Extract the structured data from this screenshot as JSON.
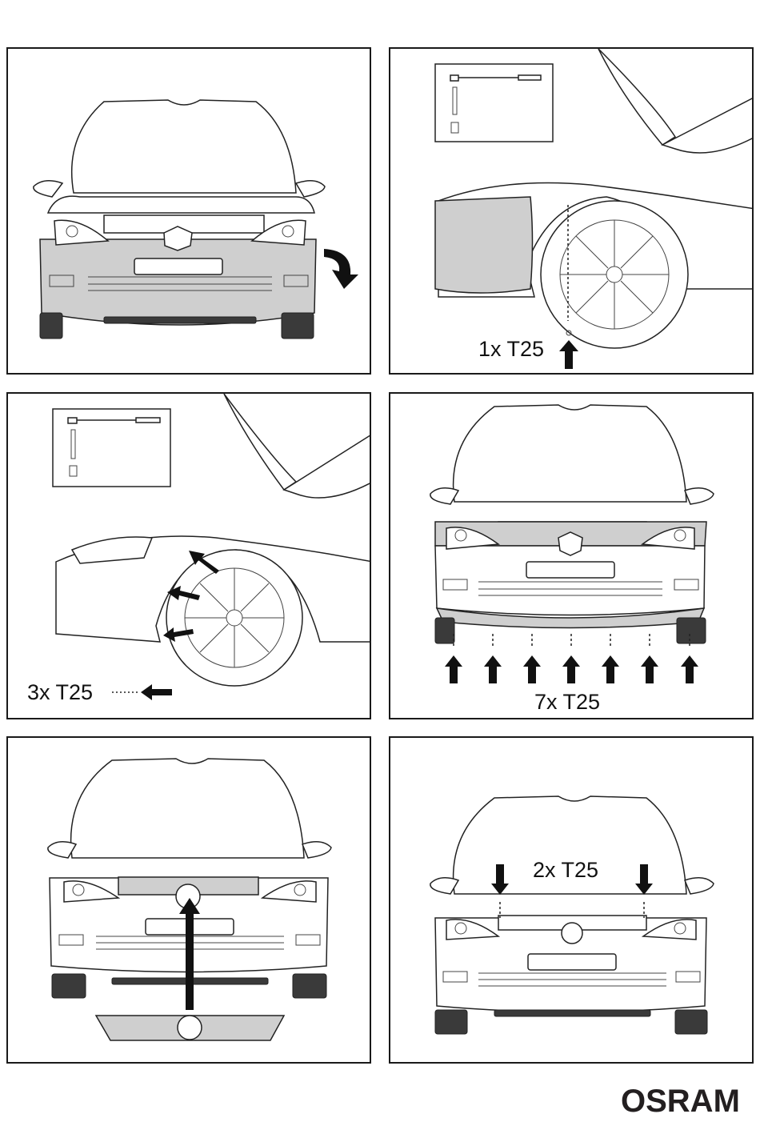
{
  "steps": [
    {
      "id": 1,
      "caption": ""
    },
    {
      "id": 2,
      "caption": "1x T25"
    },
    {
      "id": 3,
      "caption": "3x T25"
    },
    {
      "id": 4,
      "caption": "7x T25"
    },
    {
      "id": 5,
      "caption": ""
    },
    {
      "id": 6,
      "caption": "2x T25"
    }
  ],
  "brand": {
    "logo_text": "OSRAM"
  },
  "colors": {
    "border": "#1a1a1a",
    "highlight": "#cfcfcf",
    "ink": "#111111"
  }
}
